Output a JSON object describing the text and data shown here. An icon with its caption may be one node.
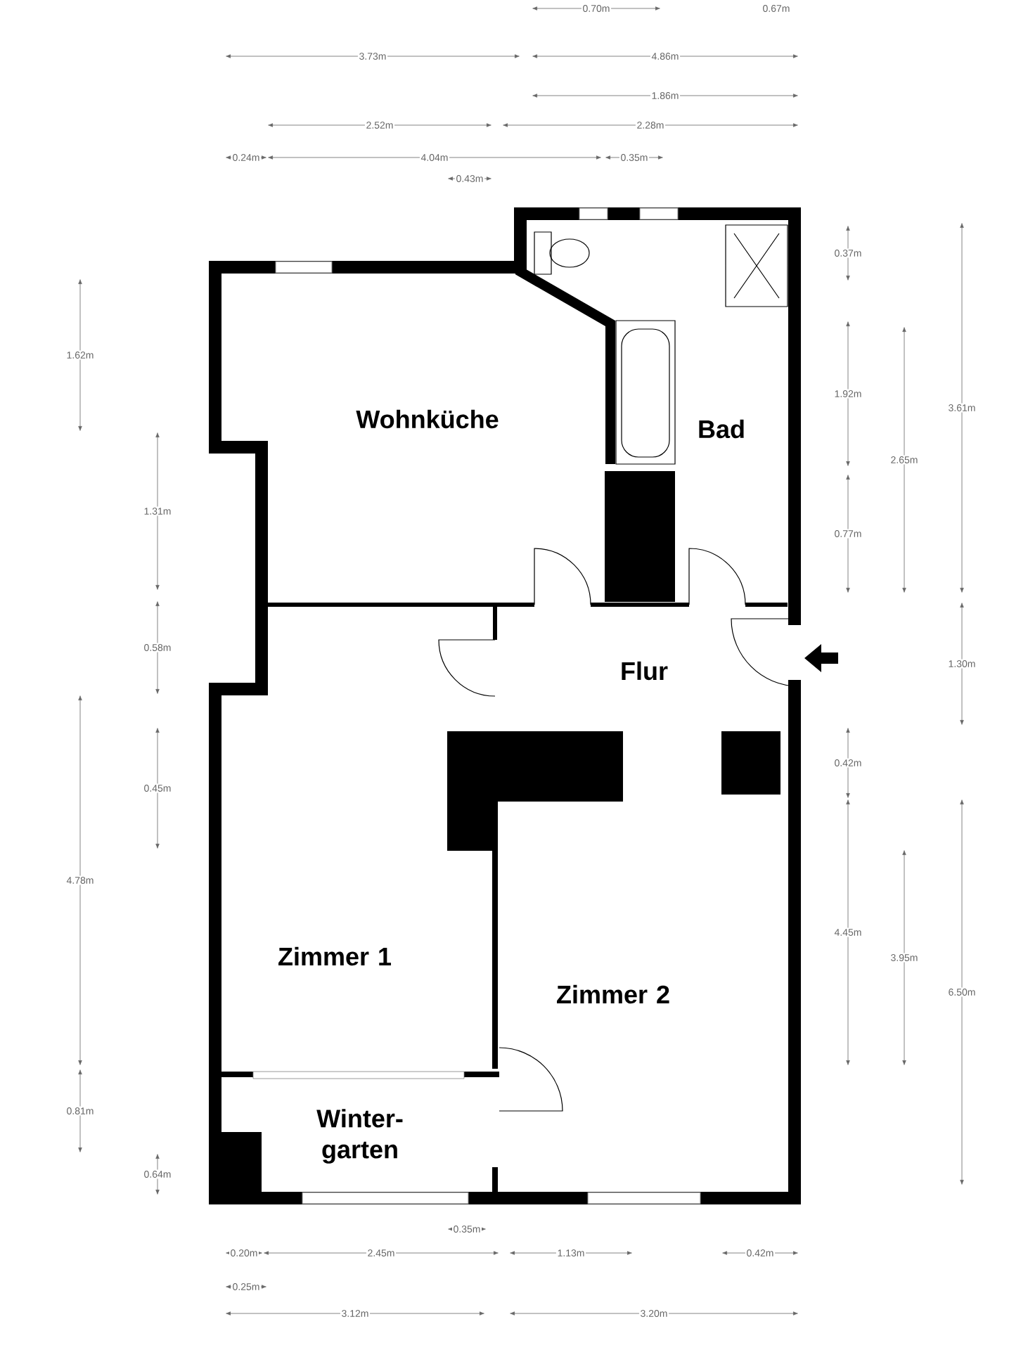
{
  "diagram": {
    "labels": [
      "0.70m",
      "0.67m",
      "3.73m",
      "4.86m",
      "1.86m",
      "2.52m",
      "2.28m",
      "0.24m",
      "4.04m",
      "0.35m",
      "0.43m",
      "0.37m",
      "1.62m",
      "1.92m",
      "3.61m",
      "Wohnküche",
      "Bad",
      "2.65m",
      "1.31m",
      "0.77m",
      "0.58m",
      "1.30m",
      "Flur",
      "0.42m",
      "0.45m",
      "4.78m",
      "Zimmer 1",
      "4.45m",
      "3.95m",
      "6.50m",
      "Zimmer 2",
      "Winter-garten",
      "0.81m",
      "0.64m",
      "0.35m",
      "0.20m",
      "2.45m",
      "1.13m",
      "0.42m",
      "0.25m",
      "3.12m",
      "3.20m"
    ]
  }
}
